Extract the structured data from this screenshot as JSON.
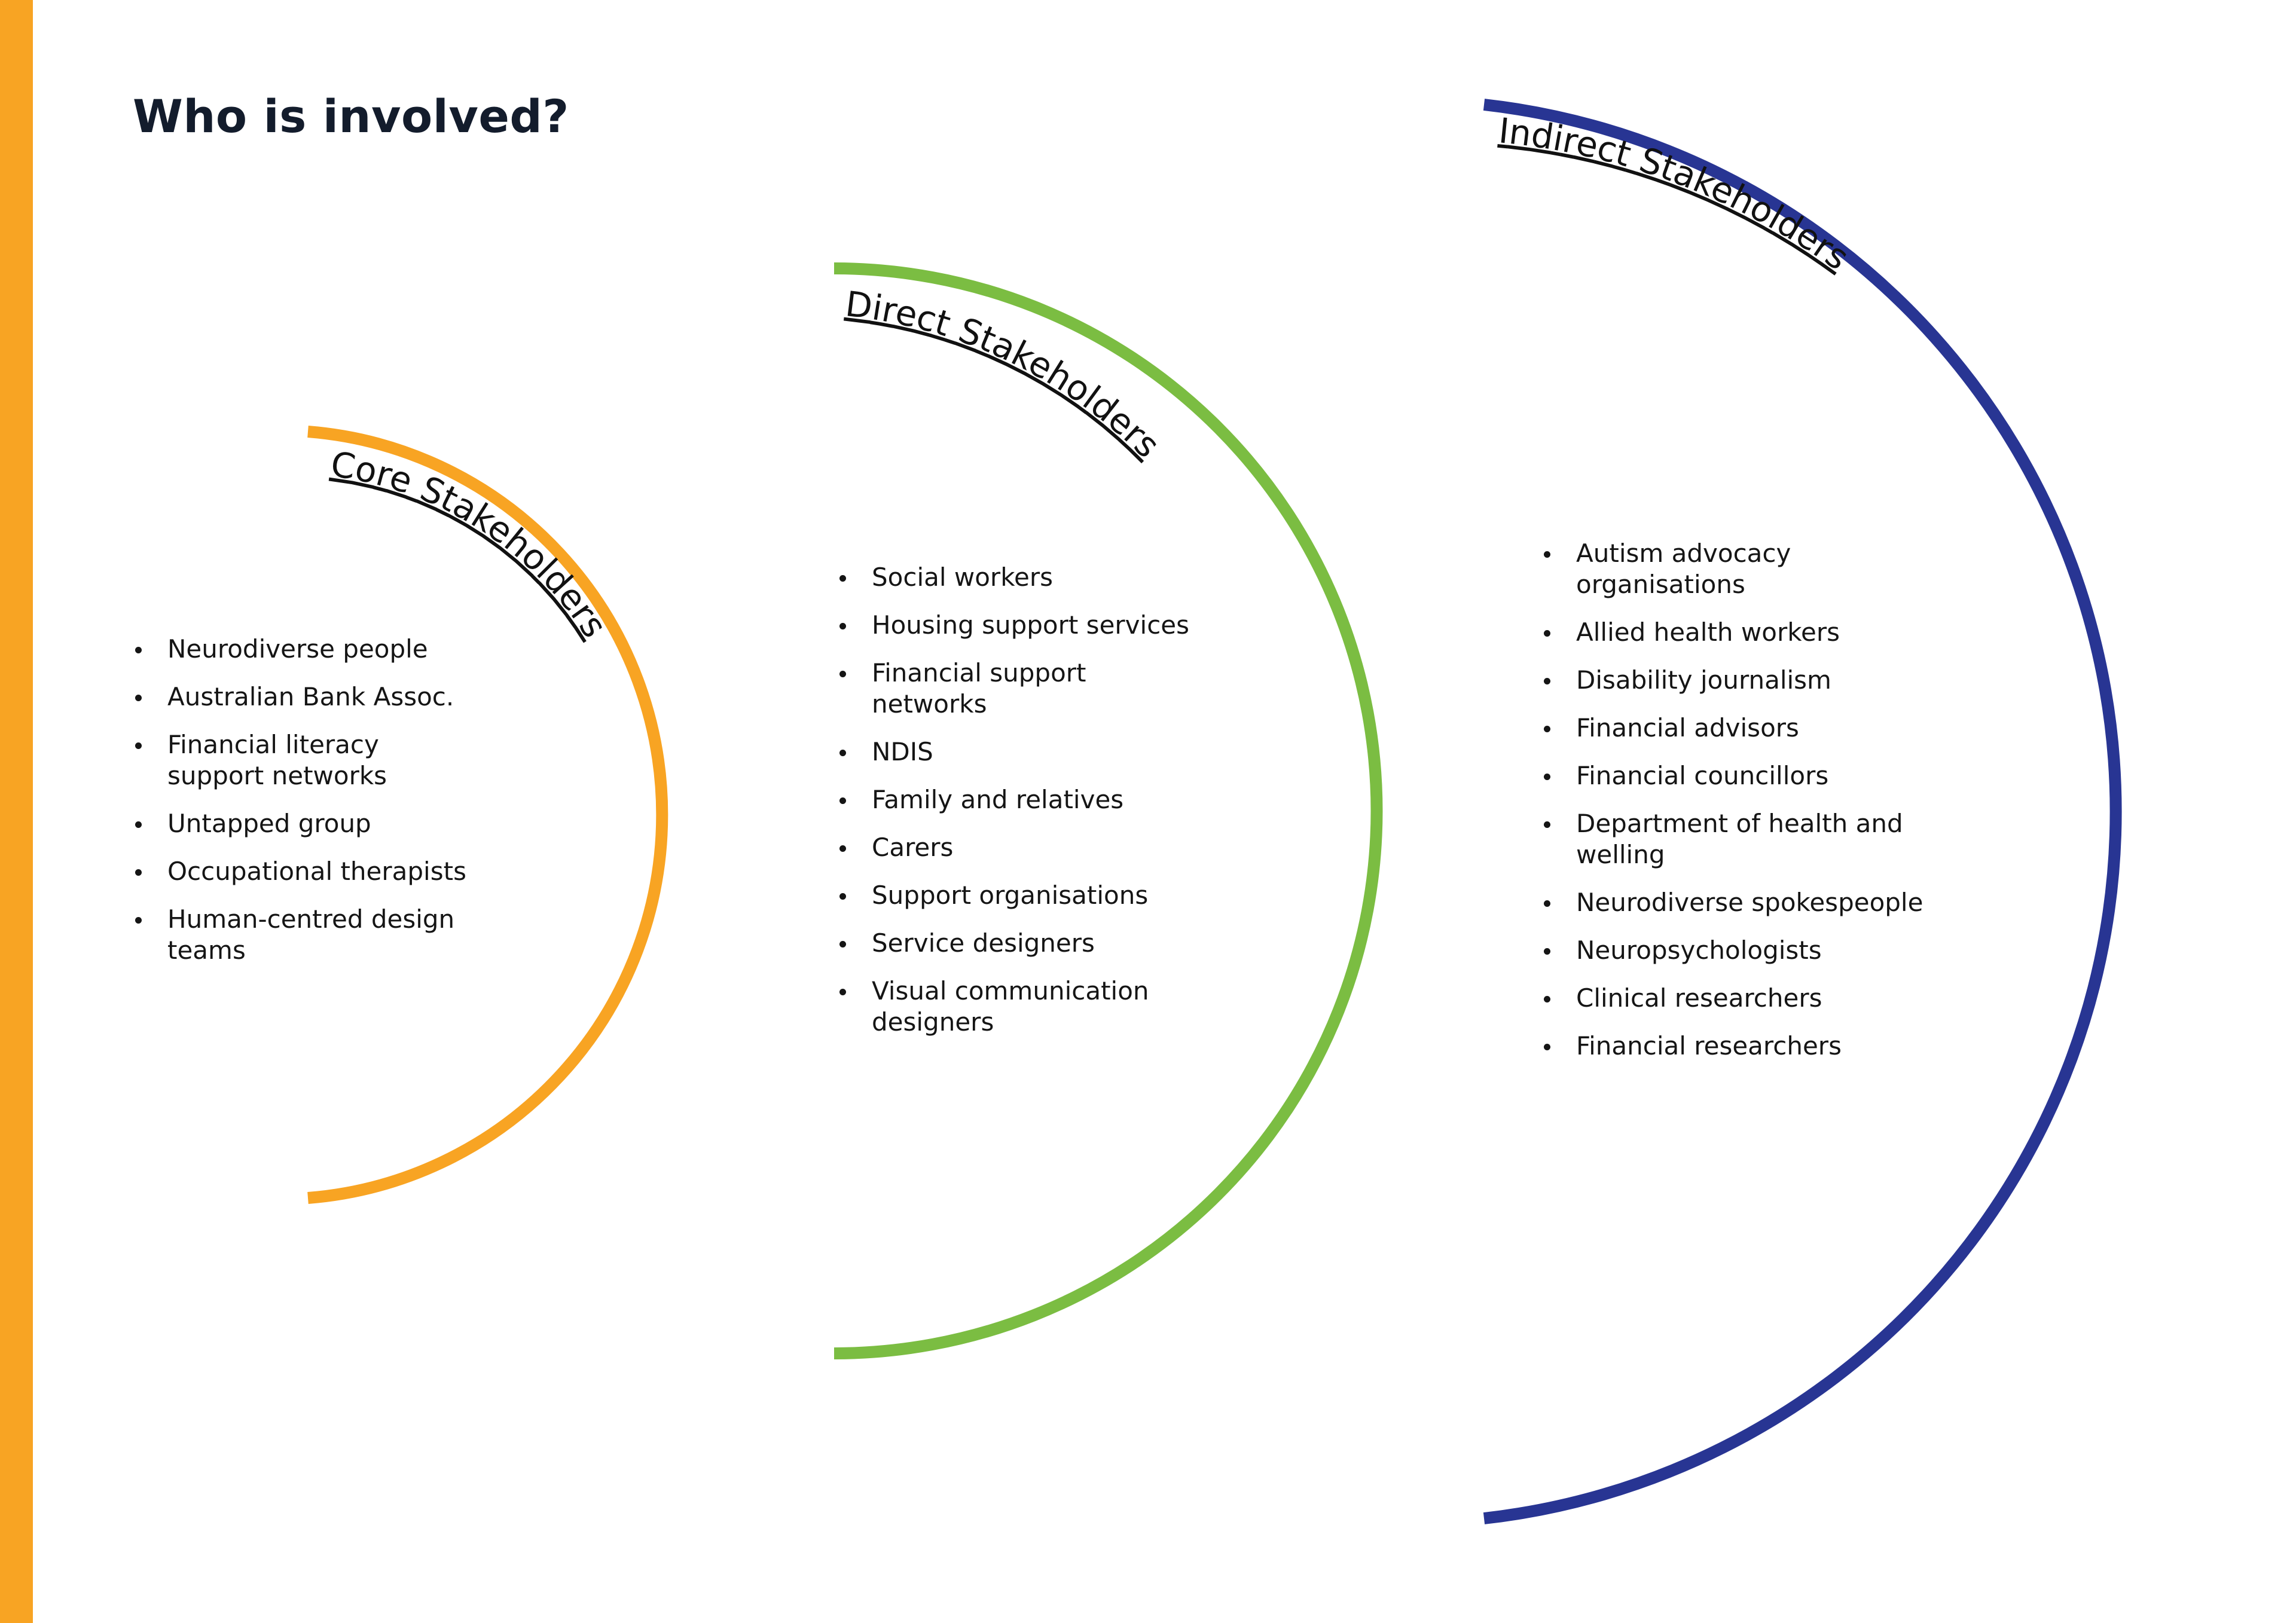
{
  "title": "Who is involved?",
  "colors": {
    "accent_bar": "#f8a423",
    "core": "#f8a423",
    "direct": "#7bbd42",
    "indirect": "#283593"
  },
  "rings": {
    "core": {
      "label": "Core Stakeholders",
      "items": [
        "Neurodiverse people",
        "Australian Bank Assoc.",
        "Financial literacy support networks",
        "Untapped group",
        "Occupational therapists",
        "Human-centred design teams"
      ]
    },
    "direct": {
      "label": "Direct Stakeholders",
      "items": [
        "Social workers",
        "Housing support services",
        "Financial support networks",
        "NDIS",
        "Family and relatives",
        "Carers",
        "Support organisations",
        "Service designers",
        "Visual communication designers"
      ]
    },
    "indirect": {
      "label": "Indirect Stakeholders",
      "items": [
        "Autism advocacy organisations",
        "Allied health workers",
        "Disability journalism",
        "Financial advisors",
        "Financial councillors",
        "Department of health and welling",
        "Neurodiverse spokespeople",
        "Neuropsychologists",
        "Clinical researchers",
        "Financial researchers"
      ]
    }
  }
}
